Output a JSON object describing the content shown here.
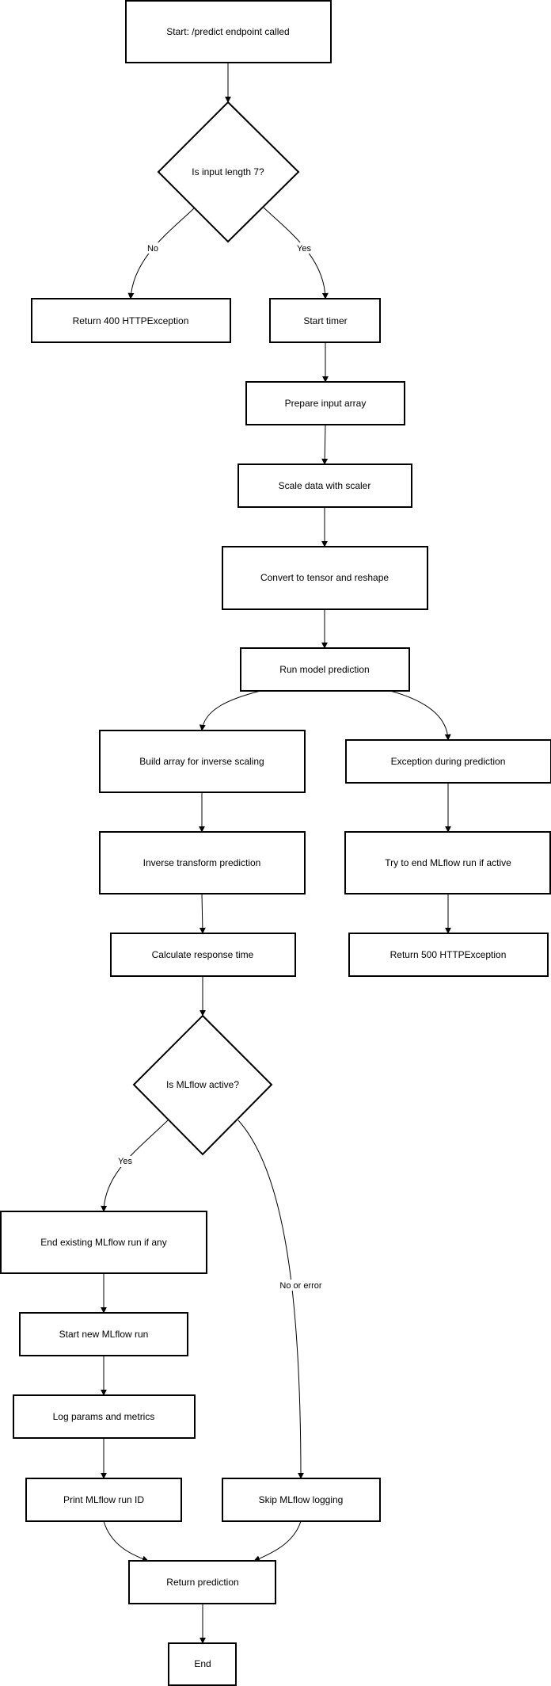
{
  "nodes": {
    "start": "Start: /predict endpoint called",
    "check_len": "Is input length 7?",
    "ret400": "Return 400 HTTPException",
    "timer": "Start timer",
    "prep": "Prepare input array",
    "scale": "Scale data with scaler",
    "tensor": "Convert to tensor and reshape",
    "predict": "Run model prediction",
    "build_inv": "Build array for inverse scaling",
    "exc": "Exception during prediction",
    "inv": "Inverse transform prediction",
    "try_end": "Try to end MLflow run if active",
    "resp": "Calculate response time",
    "ret500": "Return 500 HTTPException",
    "mlflow_active": "Is MLflow active?",
    "end_existing": "End existing MLflow run if any",
    "start_new": "Start new MLflow run",
    "log": "Log params and metrics",
    "print_id": "Print MLflow run ID",
    "skip": "Skip MLflow logging",
    "ret_pred": "Return prediction",
    "end": "End"
  },
  "edge_labels": {
    "no": "No",
    "yes": "Yes",
    "yes2": "Yes",
    "no_or_error": "No or error"
  }
}
